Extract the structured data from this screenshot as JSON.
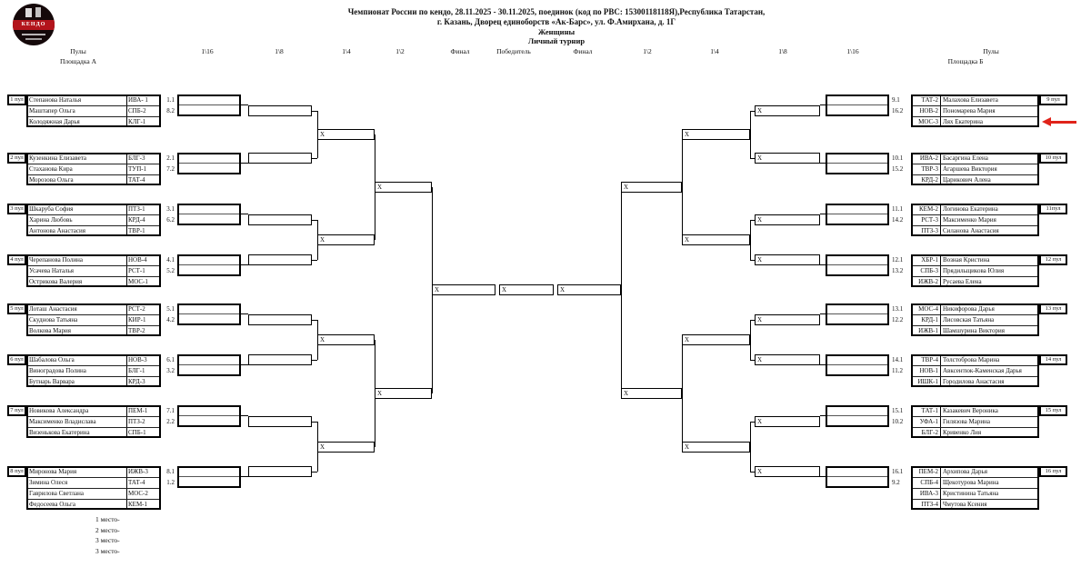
{
  "title": {
    "line1": "Чемпионат России по кендо, 28.11.2025 - 30.11.2025, поединок (код по РВС: 15300118118Я),Республика Татарстан,",
    "line2": "г. Казань, Дворец единоборств «Ак-Барс», ул. Ф.Амирхана, д. 1Г",
    "line3": "Женщины",
    "line4": "Личный турнир"
  },
  "logo": {
    "text": "КЕНДО"
  },
  "columns": {
    "left_pools": "Пулы",
    "left_area": "Площадка А",
    "right_pools": "Пулы",
    "right_area": "Площадка Б",
    "rounds": [
      "1\\16",
      "1\\8",
      "1\\4",
      "1\\2",
      "Финал",
      "Победитель",
      "Финал",
      "1\\2",
      "1\\4",
      "1\\8",
      "1\\16"
    ]
  },
  "x_mark": "X",
  "arrow": {
    "color": "#e0231a"
  },
  "pools": [
    {
      "label": "1 пул",
      "seed_top": "1.1",
      "seed_bottom": "8.2",
      "players": [
        {
          "name": "Степанова Наталья",
          "code": "ИВА- 1"
        },
        {
          "name": "Маштапер Ольга",
          "code": "СПБ-2"
        },
        {
          "name": "Колодяжная Дарья",
          "code": "КЛГ-1"
        }
      ]
    },
    {
      "label": "2 пул",
      "seed_top": "2.1",
      "seed_bottom": "7.2",
      "players": [
        {
          "name": "Кузенкина Елизавета",
          "code": "БЛГ-3"
        },
        {
          "name": "Стаханова Кира",
          "code": "ТУП-1"
        },
        {
          "name": "Морозова Ольга",
          "code": "ТАТ-4"
        }
      ]
    },
    {
      "label": "3 пул",
      "seed_top": "3.1",
      "seed_bottom": "6.2",
      "players": [
        {
          "name": "Шкаруба София",
          "code": "ПТЗ-1"
        },
        {
          "name": "Харина Любовь",
          "code": "КРД-4"
        },
        {
          "name": "Антонова Анастасия",
          "code": "ТВР-1"
        }
      ]
    },
    {
      "label": "4 пул",
      "seed_top": "4.1",
      "seed_bottom": "5.2",
      "players": [
        {
          "name": "Черепанова Полина",
          "code": "НОВ-4"
        },
        {
          "name": "Усачева Наталья",
          "code": "РСТ-1"
        },
        {
          "name": "Острикова Валерия",
          "code": "МОС-1"
        }
      ]
    },
    {
      "label": "5 пул",
      "seed_top": "5.1",
      "seed_bottom": "4.2",
      "players": [
        {
          "name": "Лоташ Анастасия",
          "code": "РСТ-2"
        },
        {
          "name": "Скуднова Татьяна",
          "code": "КИР-1"
        },
        {
          "name": "Волкова Мария",
          "code": "ТВР-2"
        }
      ]
    },
    {
      "label": "6 пул",
      "seed_top": "6.1",
      "seed_bottom": "3.2",
      "players": [
        {
          "name": "Шабалова Ольга",
          "code": "НОВ-3"
        },
        {
          "name": "Виноградова Полина",
          "code": "БЛГ-1"
        },
        {
          "name": "Бутнарь Варвара",
          "code": "КРД-3"
        }
      ]
    },
    {
      "label": "7 пул",
      "seed_top": "7.1",
      "seed_bottom": "2.2",
      "players": [
        {
          "name": "Новикова Александра",
          "code": "ПЕМ-1"
        },
        {
          "name": "Максименко Владислава",
          "code": "ПТЗ-2"
        },
        {
          "name": "Визенькова Екатерина",
          "code": "СПБ-1"
        }
      ]
    },
    {
      "label": "8 пул",
      "seed_top": "8.1",
      "seed_bottom": "1.2",
      "players": [
        {
          "name": "Миронова Мария",
          "code": "ИЖВ-3"
        },
        {
          "name": "Зимина Олеся",
          "code": "ТАТ-4"
        },
        {
          "name": "Гаврилова Светлана",
          "code": "МОС-2"
        },
        {
          "name": "Федосеева Ольга",
          "code": "КЕМ-1"
        }
      ]
    },
    {
      "label": "9 пул",
      "seed_top": "9.1",
      "seed_bottom": "16.2",
      "players": [
        {
          "name": "Малахова Елизавета",
          "code": "ТАТ-2"
        },
        {
          "name": "Пономарева Мария",
          "code": "НОВ-2"
        },
        {
          "name": "Лях Екатерина",
          "code": "МОС-3"
        }
      ]
    },
    {
      "label": "10 пул",
      "seed_top": "10.1",
      "seed_bottom": "15.2",
      "players": [
        {
          "name": "Басаргина Елена",
          "code": "ИВА-2"
        },
        {
          "name": "Агаршева Виктория",
          "code": "ТВР-3"
        },
        {
          "name": "Царикович Алена",
          "code": "КРД-2"
        }
      ]
    },
    {
      "label": "11пул",
      "seed_top": "11.1",
      "seed_bottom": "14.2",
      "players": [
        {
          "name": "Логинова Екатерина",
          "code": "КЕМ-2"
        },
        {
          "name": "Максименко Мария",
          "code": "РСТ-3"
        },
        {
          "name": "Силанова Анастасия",
          "code": "ПТЗ-3"
        }
      ]
    },
    {
      "label": "12 пул",
      "seed_top": "12.1",
      "seed_bottom": "13.2",
      "players": [
        {
          "name": "Возная Кристина",
          "code": "ХБР-1"
        },
        {
          "name": "Прядильщикова Юлия",
          "code": "СПБ-3"
        },
        {
          "name": "Русаева Елена",
          "code": "ИЖВ-2"
        }
      ]
    },
    {
      "label": "13 пул",
      "seed_top": "13.1",
      "seed_bottom": "12.2",
      "players": [
        {
          "name": "Никифорова Дарья",
          "code": "МОС-4"
        },
        {
          "name": "Лисовская Татьяна",
          "code": "КРД-1"
        },
        {
          "name": "Шамшурина Виктория",
          "code": "ИЖВ-1"
        }
      ]
    },
    {
      "label": "14 пул",
      "seed_top": "14.1",
      "seed_bottom": "11.2",
      "players": [
        {
          "name": "Толстоброва Марина",
          "code": "ТВР-4"
        },
        {
          "name": "Авксентюк-Каменская Дарья",
          "code": "НОВ-1"
        },
        {
          "name": "Городилова Анастасия",
          "code": "ИШК-1"
        }
      ]
    },
    {
      "label": "15 пул",
      "seed_top": "15.1",
      "seed_bottom": "10.2",
      "players": [
        {
          "name": "Казакевич Вероника",
          "code": "ТАТ-1"
        },
        {
          "name": "Гилязова Марина",
          "code": "УФА-1"
        },
        {
          "name": "Кривенко Лия",
          "code": "БЛГ-2"
        }
      ]
    },
    {
      "label": "16 пул",
      "seed_top": "16.1",
      "seed_bottom": "9.2",
      "players": [
        {
          "name": "Архипова Дарья",
          "code": "ПЕМ-2"
        },
        {
          "name": "Щекотурова Марина",
          "code": "СПБ-4"
        },
        {
          "name": "Кристинина Татьяна",
          "code": "ИВА-3"
        },
        {
          "name": "Чмутова Ксения",
          "code": "ПТЗ-4"
        }
      ]
    }
  ],
  "footer": {
    "places": [
      "1 место-",
      "2 место-",
      "3 место-",
      "3 место-"
    ]
  }
}
